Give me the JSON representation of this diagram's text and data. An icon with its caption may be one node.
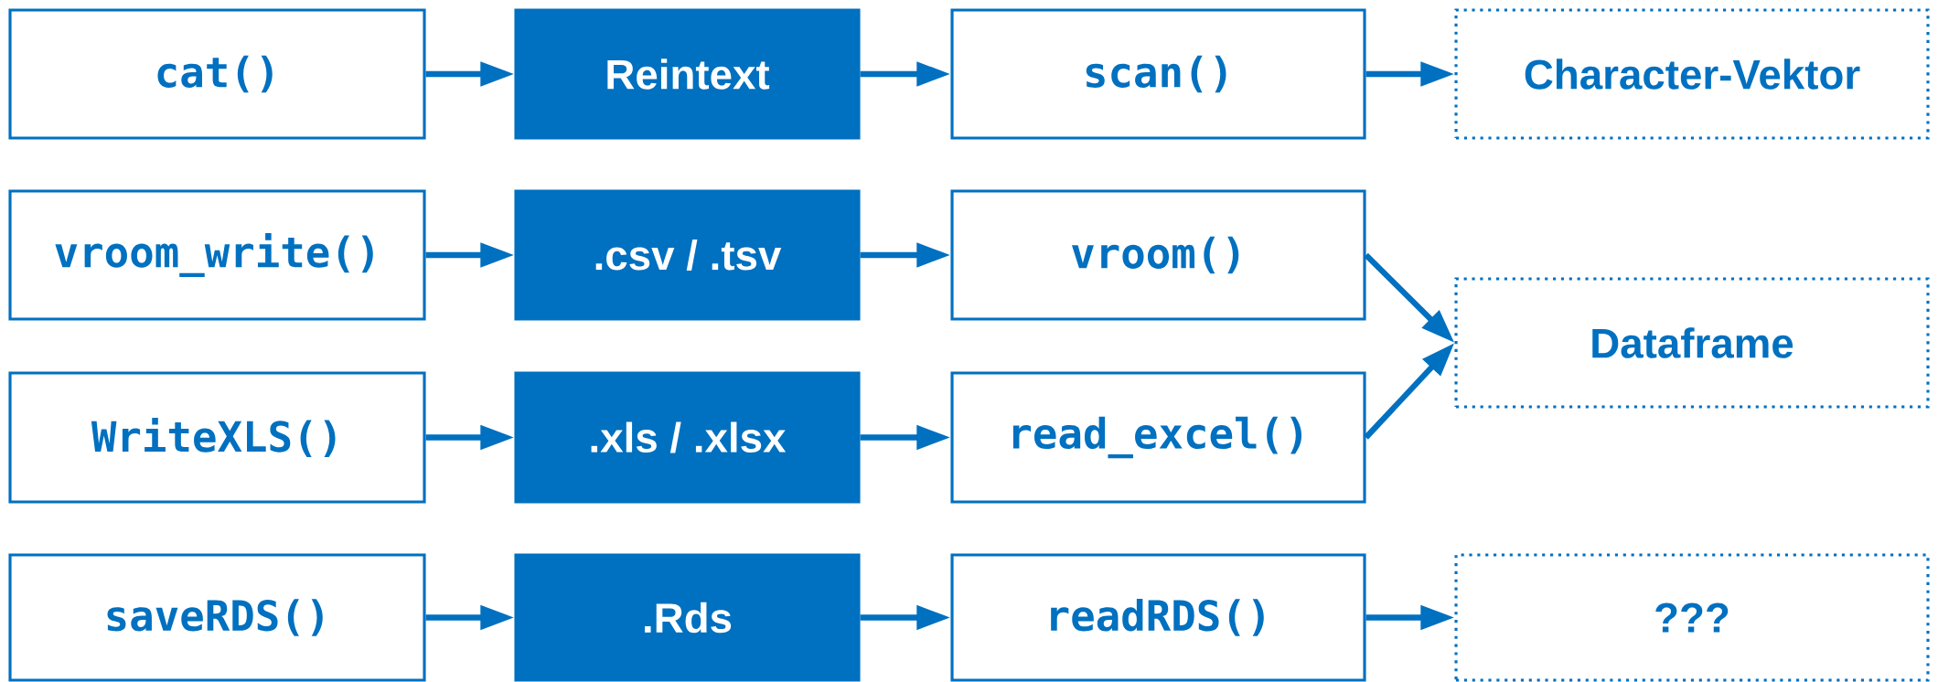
{
  "diagram": {
    "nodes": [
      {
        "text": [
          "cat()"
        ]
      },
      {
        "text": [
          "Reintext"
        ]
      },
      {
        "text": [
          "scan()"
        ]
      },
      {
        "text": [
          "Character-Vektor"
        ]
      },
      {
        "text": [
          "vroom_write()"
        ]
      },
      {
        "text": [
          ".csv / .tsv"
        ]
      },
      {
        "text": [
          "vroom()"
        ]
      },
      {
        "text": [
          "Dataframe"
        ]
      },
      {
        "text": [
          "WriteXLS()"
        ]
      },
      {
        "text": [
          ".xls / .xlsx"
        ]
      },
      {
        "text": [
          "read_excel()"
        ]
      },
      {
        "text": [
          "saveRDS()"
        ]
      },
      {
        "text": [
          ".Rds"
        ]
      },
      {
        "text": [
          "readRDS()"
        ]
      },
      {
        "text": [
          "???"
        ]
      }
    ],
    "edges": [
      {
        "from": 0,
        "to": 1,
        "arrow": "to"
      },
      {
        "from": 1,
        "to": 2,
        "arrow": "to"
      },
      {
        "from": 2,
        "to": 3,
        "arrow": "to"
      },
      {
        "from": 4,
        "to": 5,
        "arrow": "to"
      },
      {
        "from": 5,
        "to": 6,
        "arrow": "to"
      },
      {
        "from": 6,
        "to": 7,
        "arrow": "to"
      },
      {
        "from": 8,
        "to": 9,
        "arrow": "to"
      },
      {
        "from": 9,
        "to": 10,
        "arrow": "to"
      },
      {
        "from": 10,
        "to": 7,
        "arrow": "to"
      },
      {
        "from": 11,
        "to": 12,
        "arrow": "to"
      },
      {
        "from": 12,
        "to": 13,
        "arrow": "to"
      },
      {
        "from": 13,
        "to": 14,
        "arrow": "to"
      }
    ]
  }
}
